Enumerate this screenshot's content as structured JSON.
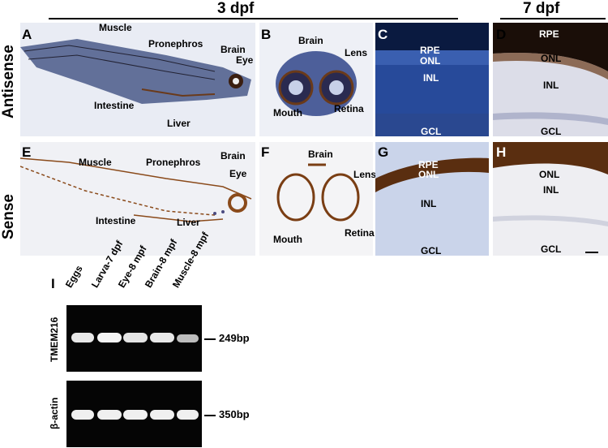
{
  "headers": {
    "dpf3": "3 dpf",
    "dpf7": "7 dpf"
  },
  "rows": {
    "antisense": "Antisense",
    "sense": "Sense"
  },
  "panels": {
    "A": {
      "letter": "A",
      "labels": {
        "muscle": "Muscle",
        "pronephros": "Pronephros",
        "brain": "Brain",
        "eye": "Eye",
        "intestine": "Intestine",
        "liver": "Liver"
      }
    },
    "B": {
      "letter": "B",
      "labels": {
        "brain": "Brain",
        "lens": "Lens",
        "mouth": "Mouth",
        "retina": "Retina"
      }
    },
    "C": {
      "letter": "C",
      "labels": {
        "rpe": "RPE",
        "onl": "ONL",
        "inl": "INL",
        "gcl": "GCL"
      }
    },
    "D": {
      "letter": "D",
      "labels": {
        "rpe": "RPE",
        "onl": "ONL",
        "inl": "INL",
        "gcl": "GCL"
      }
    },
    "E": {
      "letter": "E",
      "labels": {
        "muscle": "Muscle",
        "pronephros": "Pronephros",
        "brain": "Brain",
        "eye": "Eye",
        "intestine": "Intestine",
        "liver": "Liver"
      }
    },
    "F": {
      "letter": "F",
      "labels": {
        "brain": "Brain",
        "lens": "Lens",
        "mouth": "Mouth",
        "retina": "Retina"
      }
    },
    "G": {
      "letter": "G",
      "labels": {
        "rpe": "RPE",
        "onl": "ONL",
        "inl": "INL",
        "gcl": "GCL"
      }
    },
    "H": {
      "letter": "H",
      "labels": {
        "onl": "ONL",
        "inl": "INL",
        "gcl": "GCL"
      }
    },
    "I": {
      "letter": "I"
    }
  },
  "gel": {
    "lanes": [
      "Eggs",
      "Larva-7 dpf",
      "Eye-8 mpf",
      "Brain-8 mpf",
      "Muscle-8 mpf"
    ],
    "top": {
      "gene": "TMEM216",
      "size": "249bp"
    },
    "bottom": {
      "gene": "β-actin",
      "size": "350bp"
    }
  }
}
